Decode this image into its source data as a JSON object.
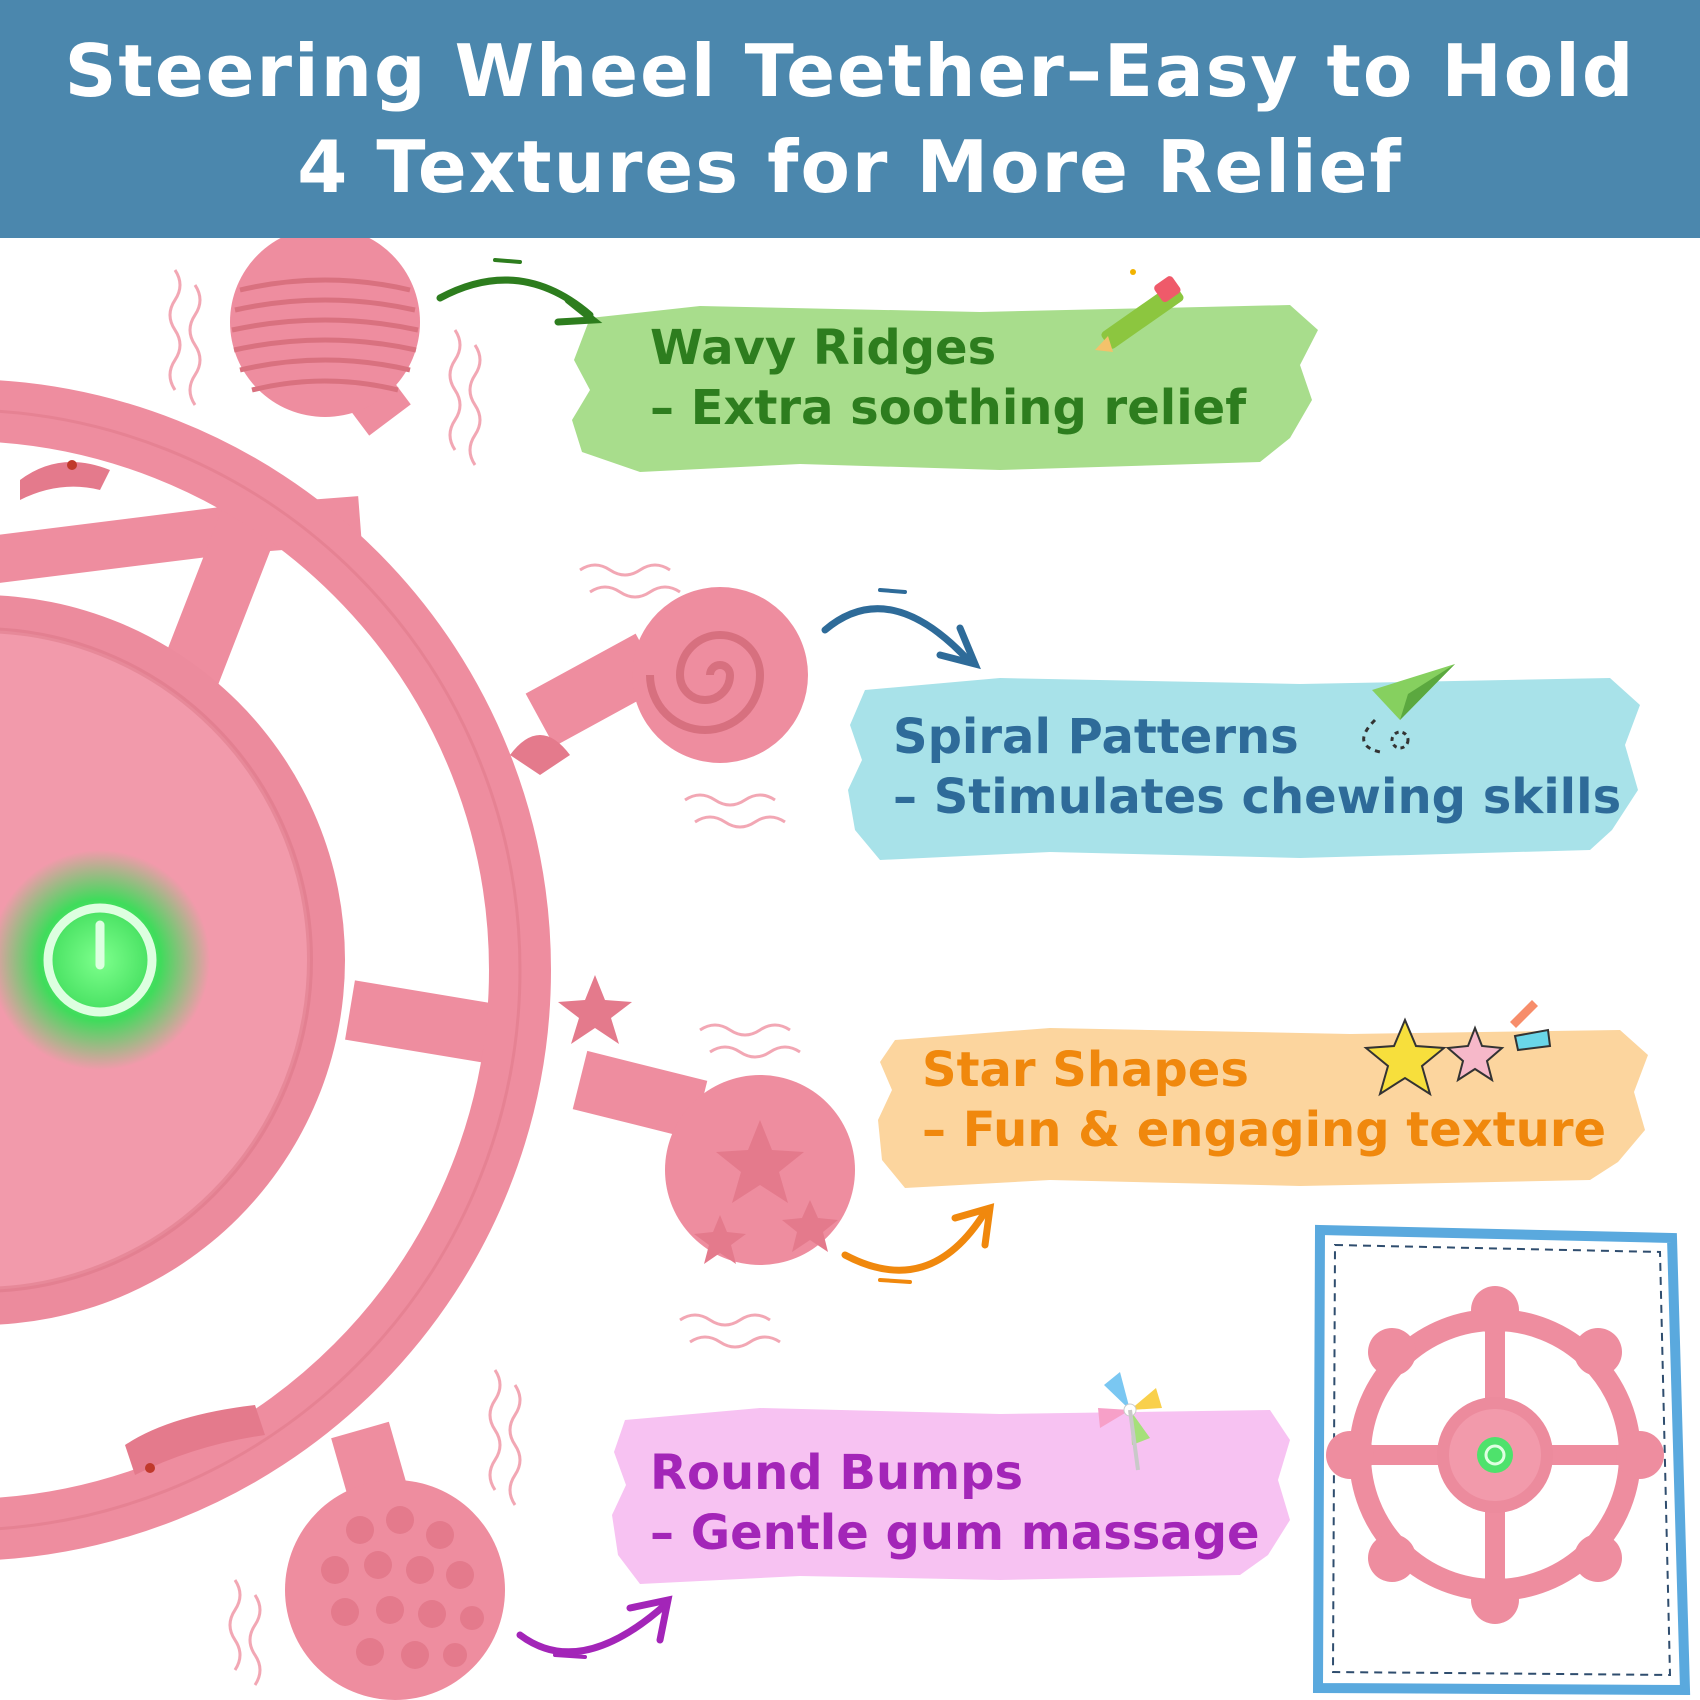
{
  "header": {
    "line1": "Steering Wheel Teether–Easy to Hold",
    "line2": "4 Textures for More Relief"
  },
  "features": [
    {
      "title": "Wavy Ridges",
      "desc": "– Extra soothing relief",
      "color": "#2d7d1e",
      "bg": "#a8dd8c",
      "icon": "pencil-icon"
    },
    {
      "title": "Spiral Patterns",
      "desc": "– Stimulates chewing skills",
      "color": "#2e6b99",
      "bg": "#a8e2e9",
      "icon": "paper-plane-icon"
    },
    {
      "title": "Star Shapes",
      "desc": "– Fun & engaging texture",
      "color": "#f0880d",
      "bg": "#fcd59e",
      "icon": "stars-icon"
    },
    {
      "title": "Round Bumps",
      "desc": "– Gentle gum massage",
      "color": "#a325b8",
      "bg": "#f7c2f2",
      "icon": "pinwheel-icon"
    }
  ],
  "colors": {
    "banner": "#4b87ad",
    "product": "#ee8d9f",
    "product_dark": "#d7707f",
    "power_glow": "#45e06a",
    "frame": "#5aa9de"
  }
}
